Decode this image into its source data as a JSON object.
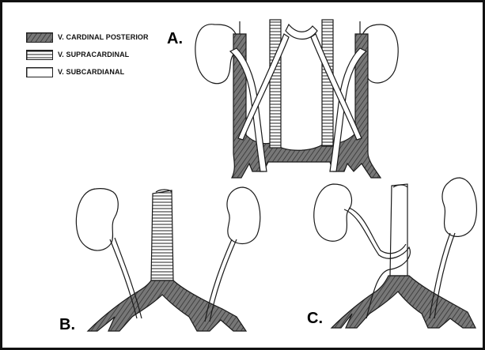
{
  "legend": {
    "items": [
      {
        "label": "V. CARDINAL POSTERIOR",
        "pattern": "hatched-dark"
      },
      {
        "label": "V. SUPRACARDINAL",
        "pattern": "horizontal-lines"
      },
      {
        "label": "V. SUBCARDIANAL",
        "pattern": "blank"
      }
    ]
  },
  "panels": [
    {
      "label": "A."
    },
    {
      "label": "B."
    },
    {
      "label": "C."
    }
  ],
  "colors": {
    "ink": "#1a1a1a",
    "posterior_fill": "#6f6f6f",
    "background": "#ffffff"
  }
}
